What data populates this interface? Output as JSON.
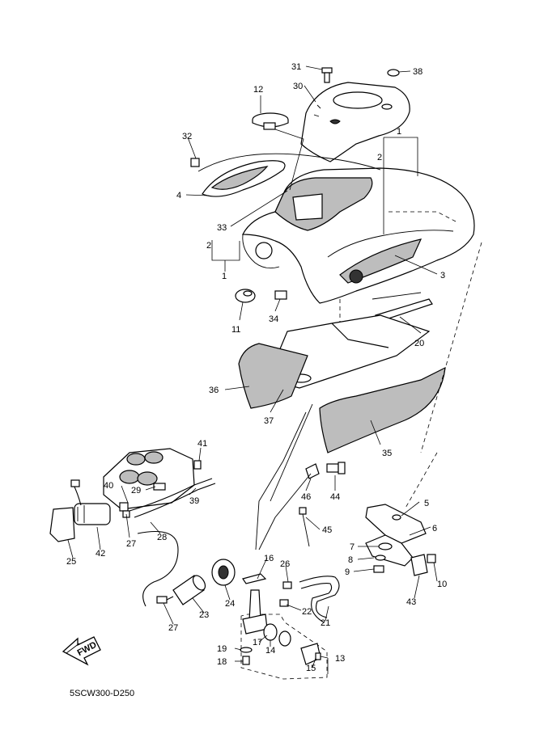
{
  "diagram_code": "5SCW300-D250",
  "fwd_label": "FWD",
  "callouts": {
    "c1a": "1",
    "c1b": "1",
    "c2a": "2",
    "c2b": "2",
    "c3": "3",
    "c4": "4",
    "c5": "5",
    "c6": "6",
    "c7": "7",
    "c8": "8",
    "c9": "9",
    "c10": "10",
    "c11": "11",
    "c12": "12",
    "c13": "13",
    "c14": "14",
    "c15": "15",
    "c16": "16",
    "c17": "17",
    "c18": "18",
    "c19": "19",
    "c20": "20",
    "c21": "21",
    "c22": "22",
    "c23": "23",
    "c24": "24",
    "c25": "25",
    "c26": "26",
    "c27a": "27",
    "c27b": "27",
    "c28": "28",
    "c29": "29",
    "c30": "30",
    "c31": "31",
    "c32": "32",
    "c33": "33",
    "c34": "34",
    "c35": "35",
    "c36": "36",
    "c37": "37",
    "c38": "38",
    "c39": "39",
    "c40": "40",
    "c41": "41",
    "c42": "42",
    "c43": "43",
    "c44": "44",
    "c45": "45",
    "c46": "46"
  }
}
